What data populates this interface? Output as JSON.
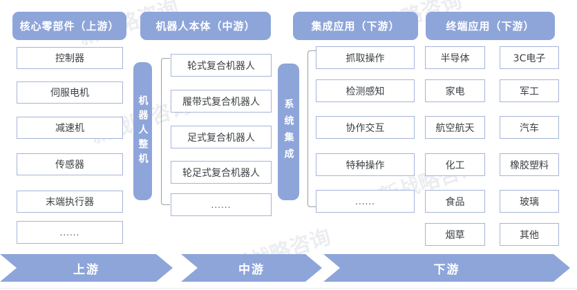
{
  "headers": [
    {
      "label": "核心零部件（上游）"
    },
    {
      "label": "机器人本体（中游）"
    },
    {
      "label": "集成应用（下游）"
    },
    {
      "label": "终端应用（下游）"
    }
  ],
  "upstream": {
    "items": [
      "控制器",
      "伺服电机",
      "减速机",
      "传感器",
      "末端执行器",
      "......"
    ]
  },
  "robot_body": {
    "bar_label": "机器人整机",
    "items": [
      "轮式复合机器人",
      "履带式复合机器人",
      "足式复合机器人",
      "轮足式复合机器人",
      "......"
    ]
  },
  "integration": {
    "bar_label": "系统集成",
    "items": [
      "抓取操作",
      "检测感知",
      "协作交互",
      "特种操作",
      "......"
    ]
  },
  "terminal": {
    "col_left": [
      "半导体",
      "家电",
      "航空航天",
      "化工",
      "食品",
      "烟草"
    ],
    "col_right": [
      "3C电子",
      "军工",
      "汽车",
      "橡胶塑料",
      "玻璃",
      "其他"
    ]
  },
  "flow": {
    "segments": [
      "上游",
      "中游",
      "下游"
    ]
  },
  "watermark": {
    "text": "新战略咨询"
  },
  "colors": {
    "primary_blue": "#8EA5DA",
    "box_border": "#A3B4D8",
    "text_dark": "#3C4043",
    "white": "#FFFFFF"
  }
}
